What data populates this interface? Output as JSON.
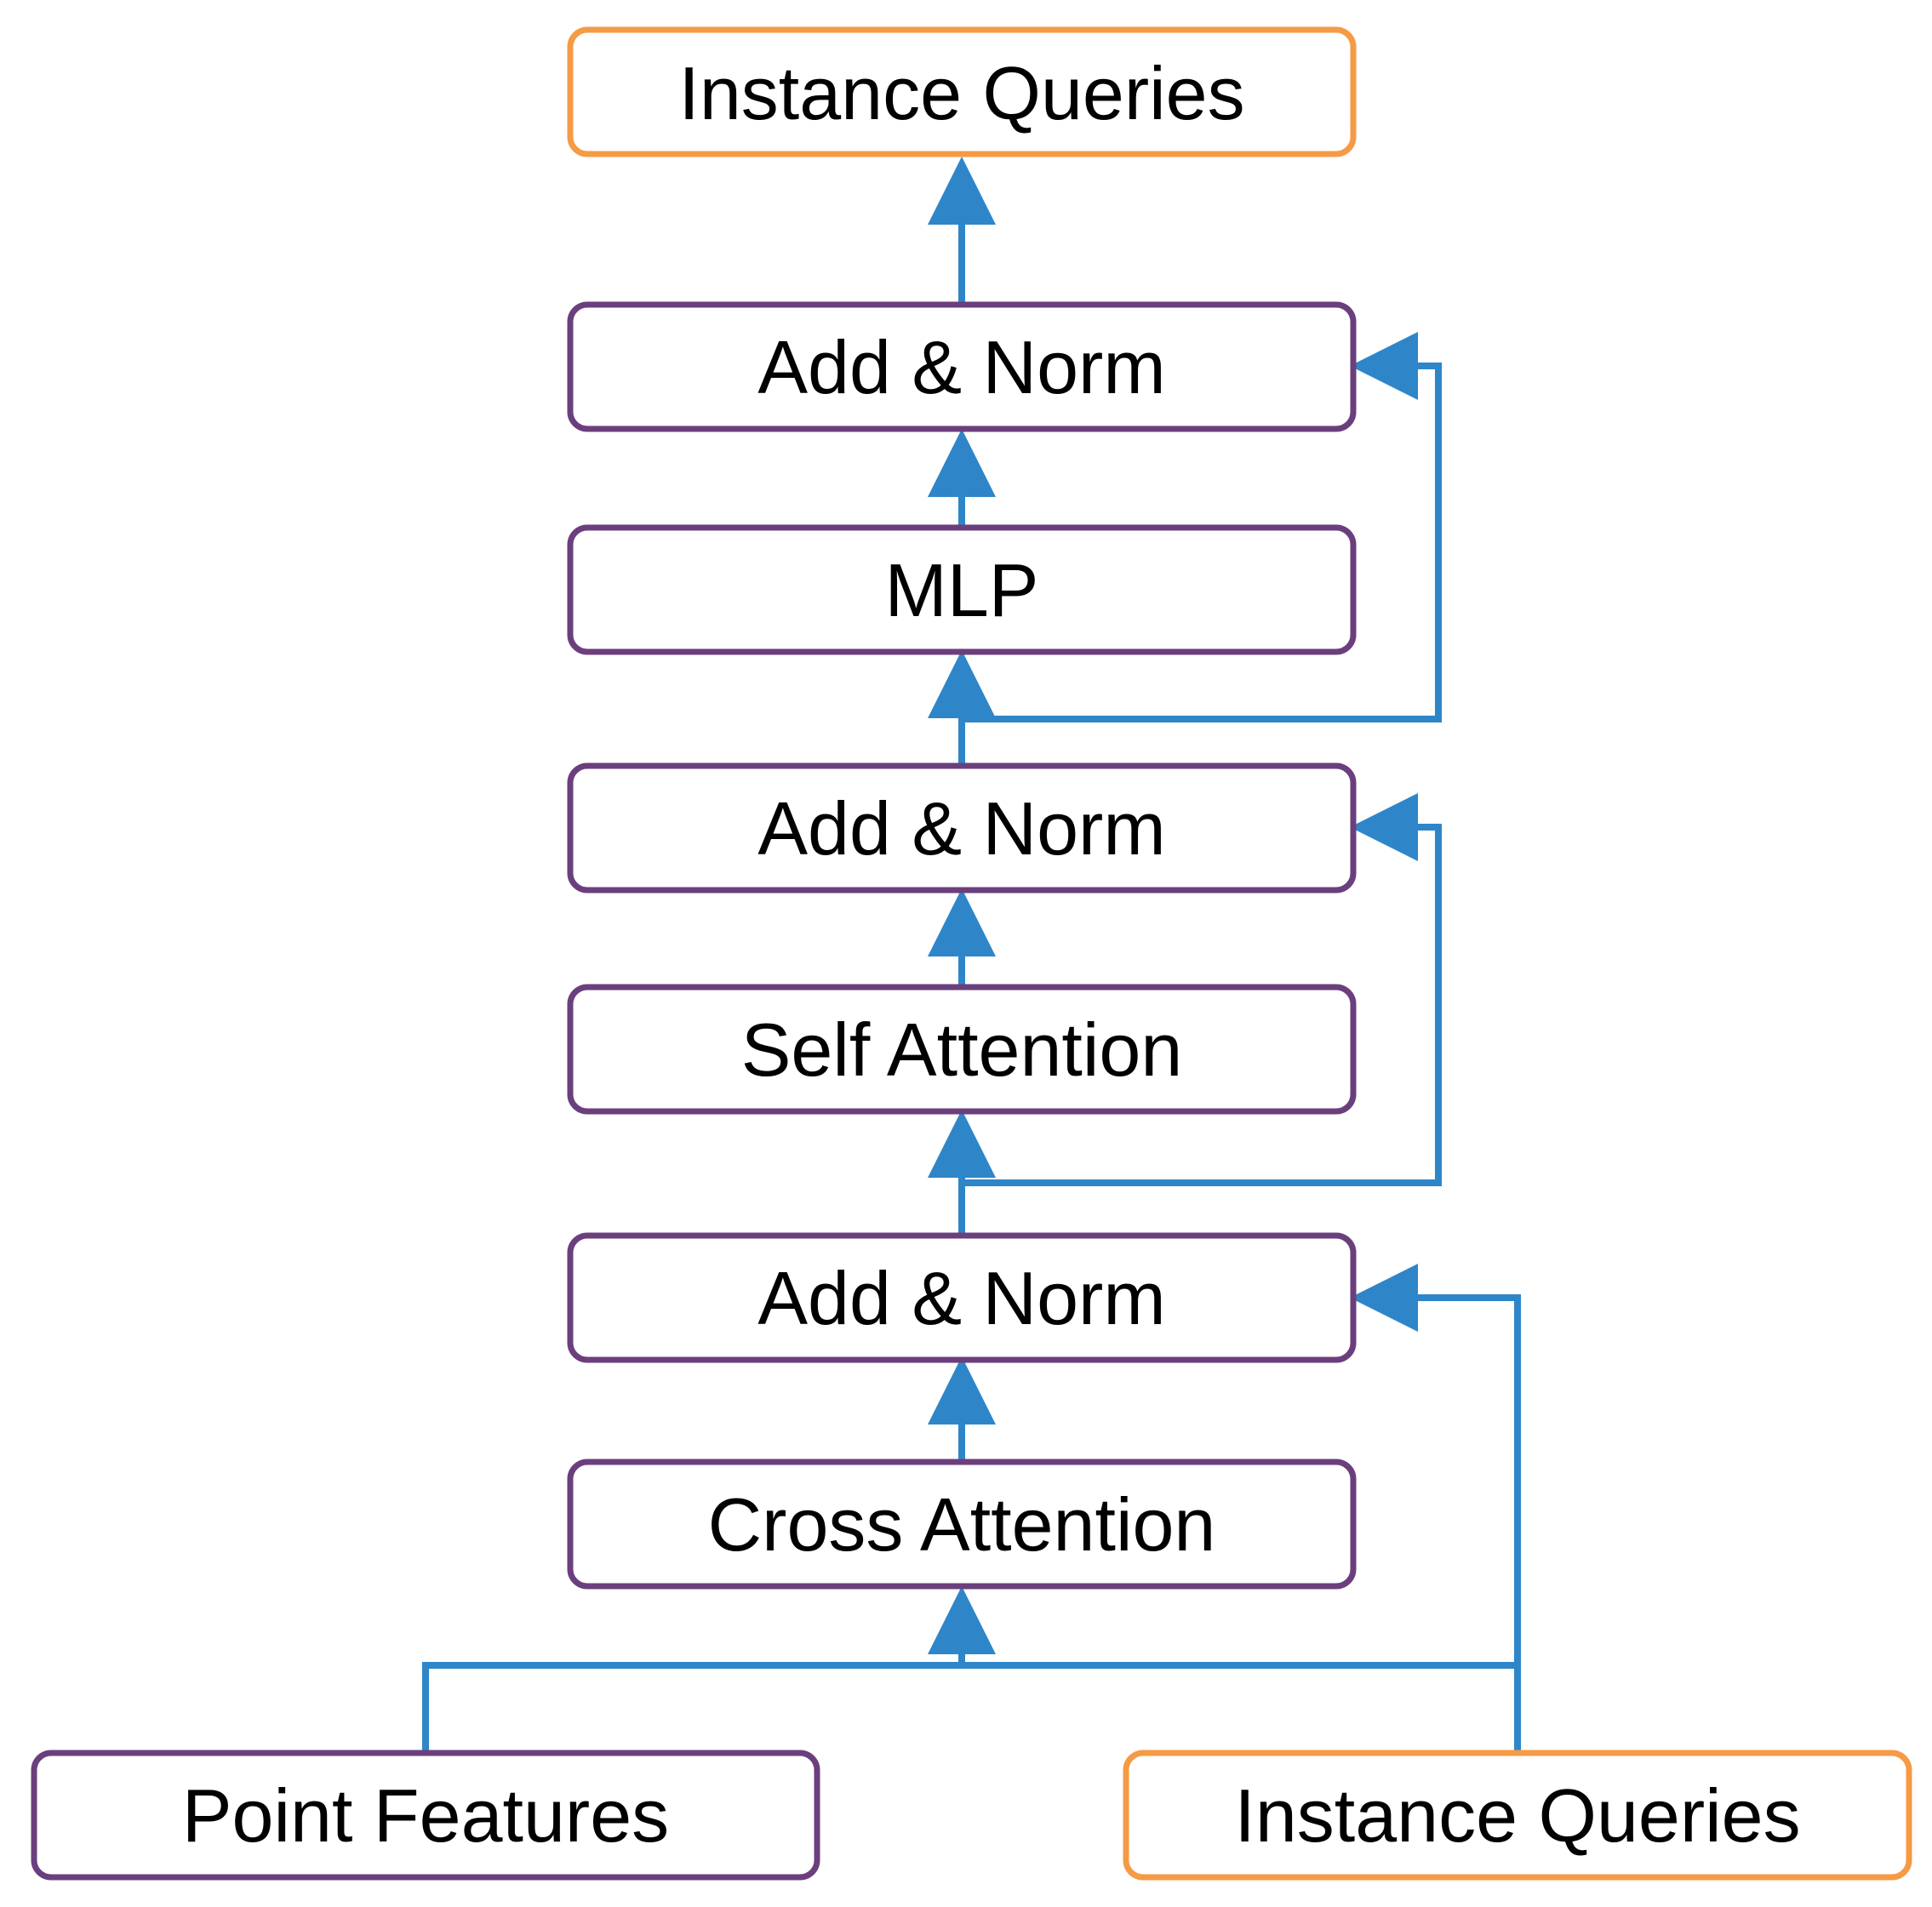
{
  "colors": {
    "purple_border": "#6b3f7d",
    "orange_border": "#f59a45",
    "arrow_blue": "#2e86c9",
    "box_fill": "#ffffff",
    "text": "#000000"
  },
  "nodes": {
    "instance_queries_top": "Instance Queries",
    "add_norm_top": "Add & Norm",
    "mlp": "MLP",
    "add_norm_middle": "Add & Norm",
    "self_attention": "Self Attention",
    "add_norm_bottom": "Add & Norm",
    "cross_attention": "Cross Attention",
    "point_features": "Point Features",
    "instance_queries_bottom": "Instance Queries"
  }
}
